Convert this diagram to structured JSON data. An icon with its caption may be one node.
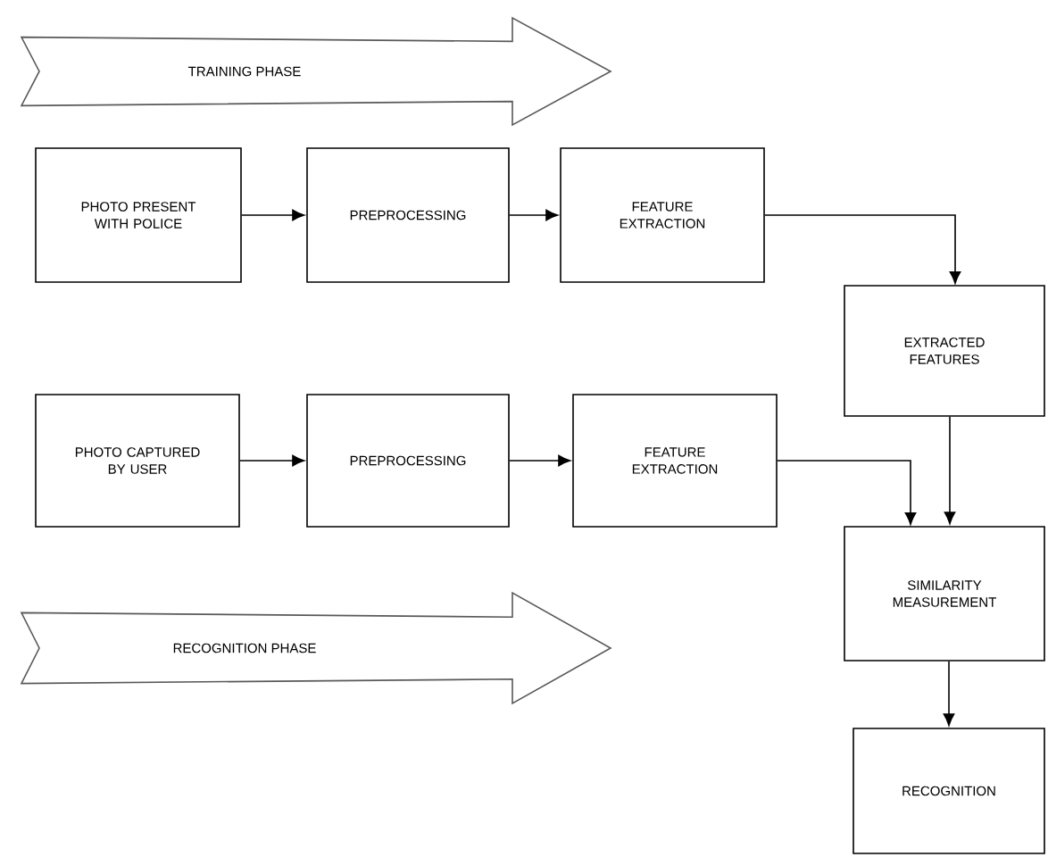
{
  "diagram": {
    "nodes": [
      {
        "text": [
          "TRAINING PHASE"
        ]
      },
      {
        "text": [
          "PHOTO PRESENT WITH POLICE"
        ]
      },
      {
        "text": [
          "PREPROCESSING"
        ]
      },
      {
        "text": [
          "FEATURE EXTRACTION"
        ]
      },
      {
        "text": [
          "EXTRACTED FEATURES"
        ]
      },
      {
        "text": [
          "PHOTO CAPTURED BY USER"
        ]
      },
      {
        "text": [
          "PREPROCESSING"
        ]
      },
      {
        "text": [
          "FEATURE EXTRACTION"
        ]
      },
      {
        "text": [
          "SIMILARITY MEASUREMENT"
        ]
      },
      {
        "text": [
          "RECOGNITION PHASE"
        ]
      },
      {
        "text": [
          "RECOGNITION"
        ]
      }
    ],
    "edges": [
      {
        "from": 1,
        "to": 2,
        "arrow": "to"
      },
      {
        "from": 2,
        "to": 3,
        "arrow": "to"
      },
      {
        "from": 3,
        "to": 4,
        "arrow": "to"
      },
      {
        "from": 5,
        "to": 6,
        "arrow": "to"
      },
      {
        "from": 6,
        "to": 7,
        "arrow": "to"
      },
      {
        "from": 7,
        "to": 8,
        "arrow": "to"
      },
      {
        "from": 4,
        "to": 8,
        "arrow": "to"
      },
      {
        "from": 8,
        "to": 10,
        "arrow": "to"
      }
    ]
  }
}
